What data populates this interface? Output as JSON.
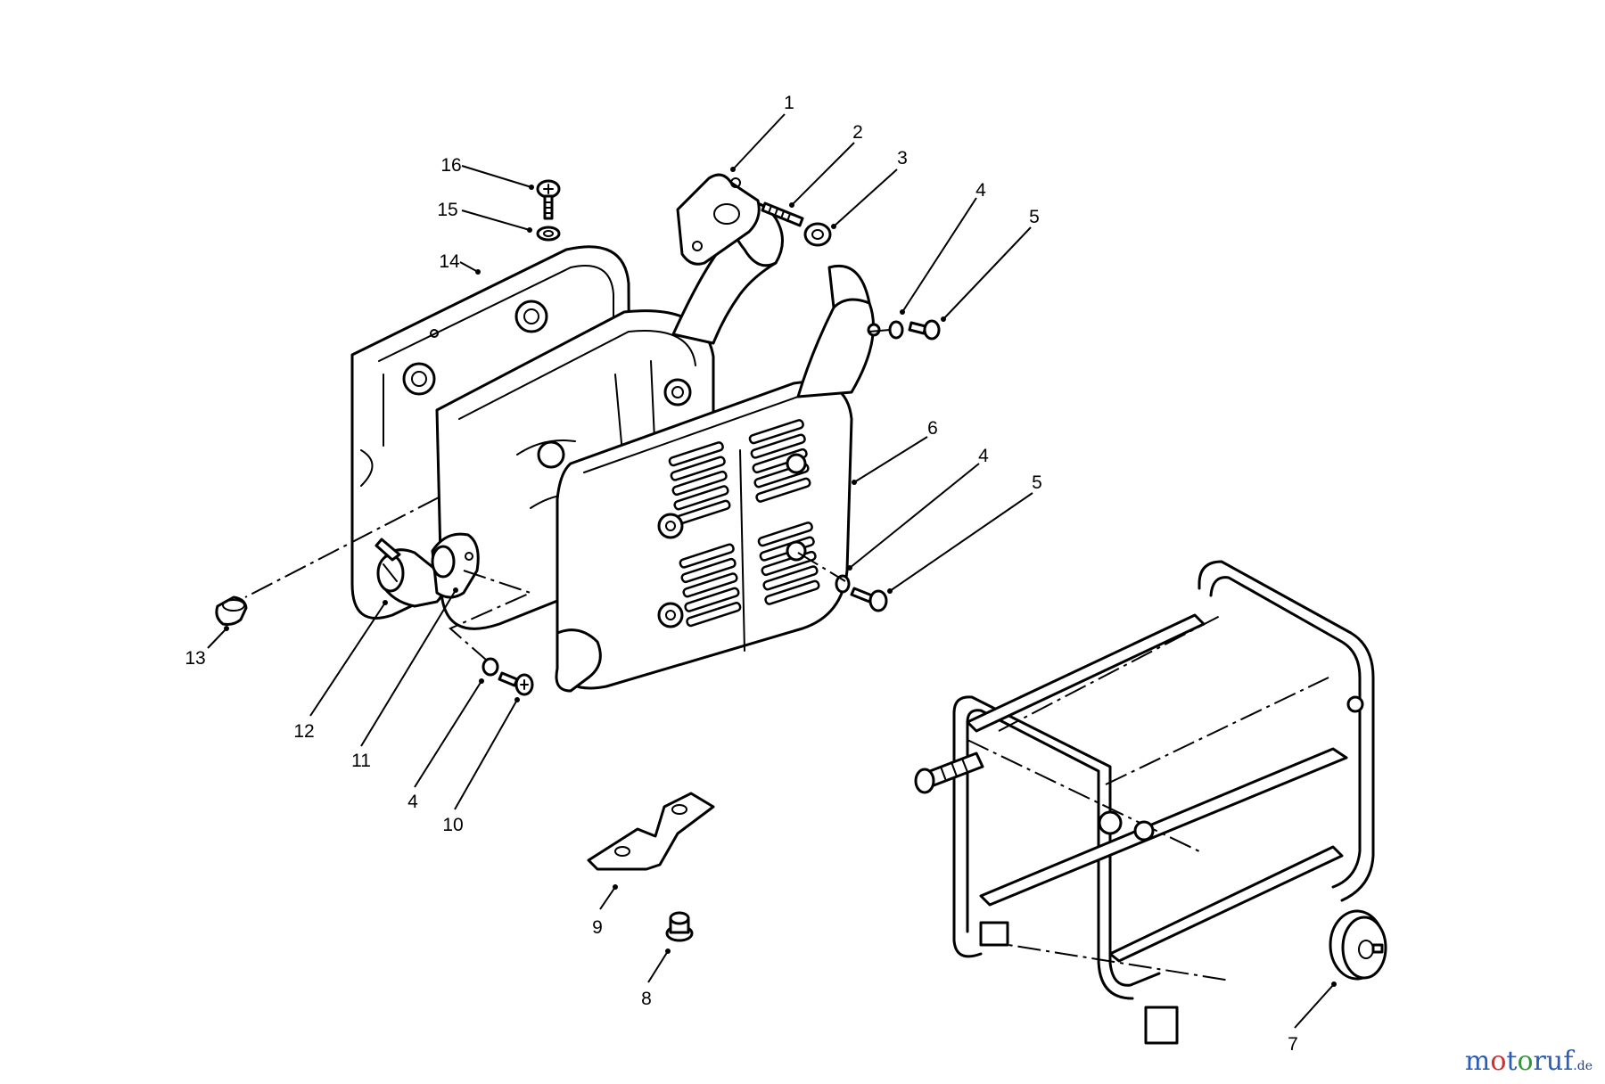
{
  "diagram": {
    "callouts": [
      "1",
      "2",
      "3",
      "4",
      "5",
      "6",
      "4",
      "5",
      "16",
      "15",
      "14",
      "13",
      "12",
      "11",
      "4",
      "10",
      "9",
      "8",
      "7"
    ]
  },
  "watermark": {
    "text": "motoruf",
    "suffix": ".de",
    "colors": [
      "#2a5cb8",
      "#d03030",
      "#e0a020",
      "#2e9a3a"
    ]
  }
}
